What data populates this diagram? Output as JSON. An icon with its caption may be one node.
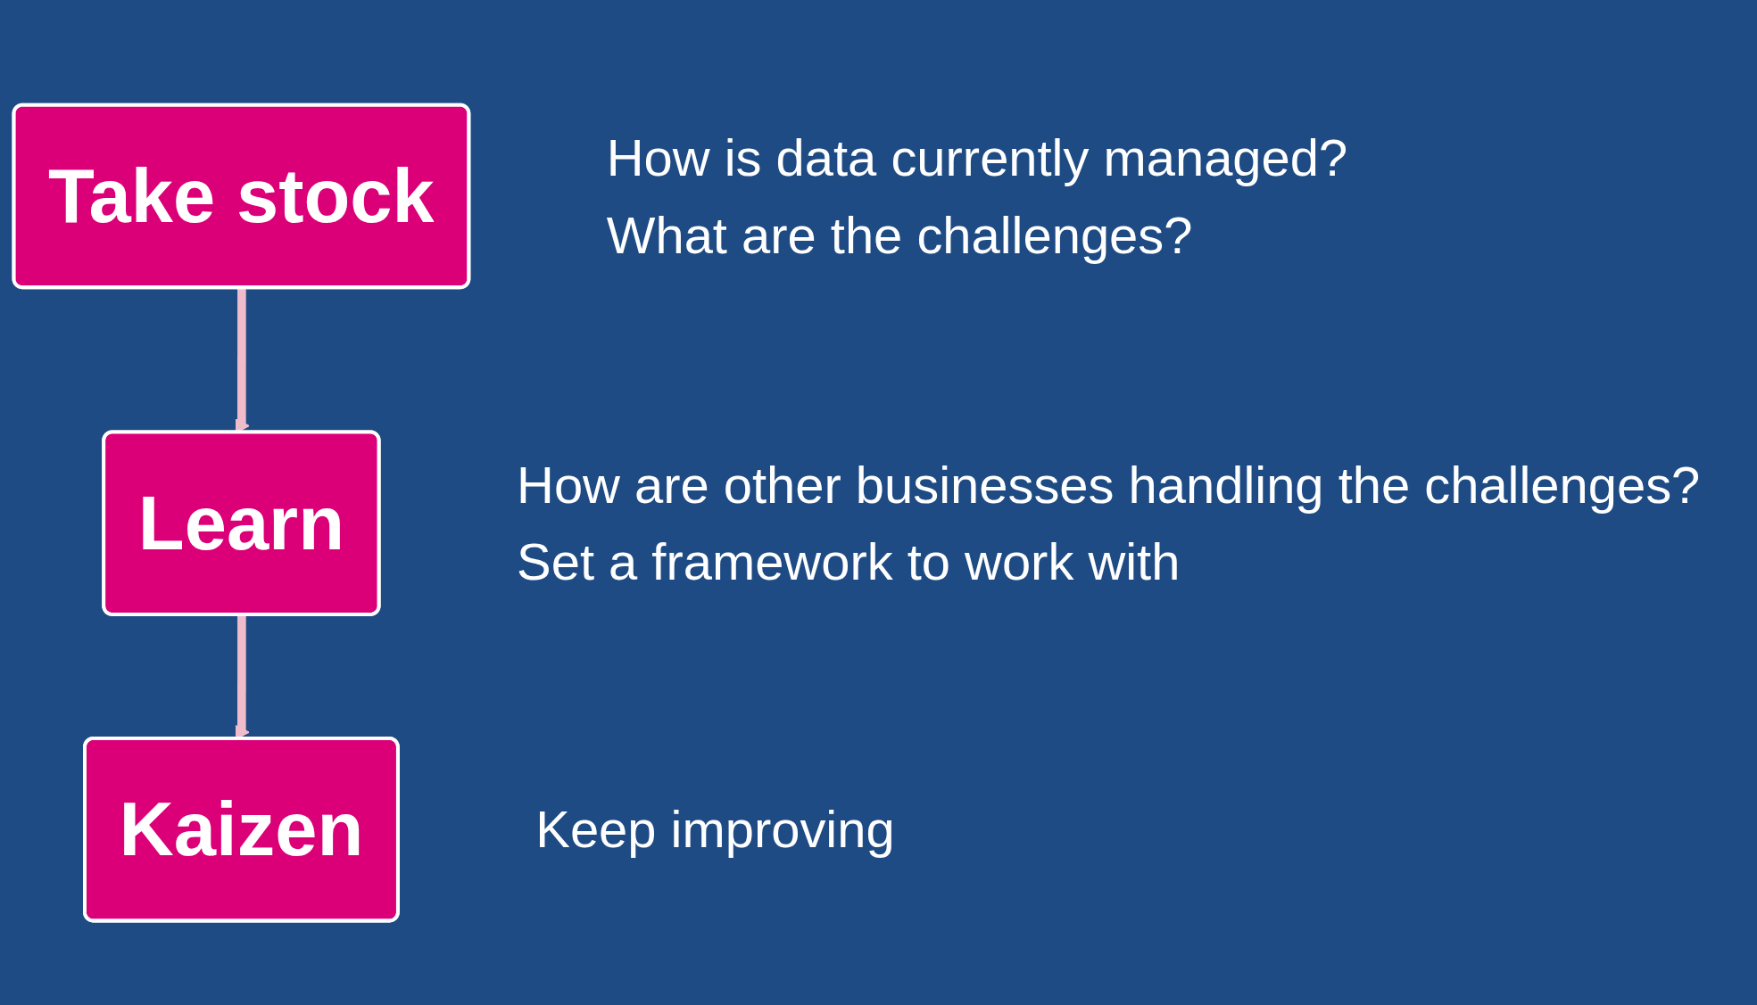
{
  "diagram": {
    "nodes": [
      {
        "text": [
          "Take stock"
        ],
        "beside": [
          "How is data currently managed?",
          "What are the challenges?"
        ]
      },
      {
        "text": [
          "Learn"
        ],
        "beside": [
          "How are other businesses handling the challenges?",
          "Set a framework to work with"
        ]
      },
      {
        "text": [
          "Kaizen"
        ],
        "beside": [
          "Keep improving"
        ]
      }
    ],
    "edges": [
      {
        "from": 0,
        "to": 1,
        "arrow": "to"
      },
      {
        "from": 1,
        "to": 2,
        "arrow": "to"
      }
    ]
  }
}
